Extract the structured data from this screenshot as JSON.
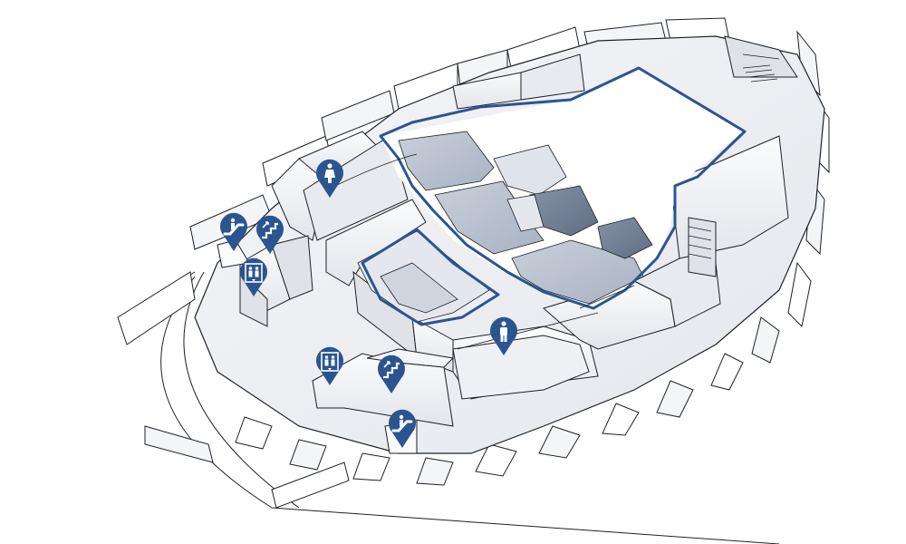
{
  "map": {
    "colors": {
      "background": "#ffffff",
      "floor": "#eef0f3",
      "floor_shadow": "#d9dde3",
      "wall": "#f7f8fa",
      "wall_dark": "#dfe2e7",
      "outline": "#1d2127",
      "accent": "#2b5590",
      "seating": "#b9c2cf",
      "seating_dark": "#6f7d92",
      "pin": "#2b5590",
      "pin_glyph": "#ffffff"
    },
    "pins": [
      {
        "type": "restroom-women",
        "icon": "woman-icon"
      },
      {
        "type": "escalator",
        "icon": "escalator-icon"
      },
      {
        "type": "stairs",
        "icon": "stairs-icon"
      },
      {
        "type": "elevator",
        "icon": "elevator-icon"
      },
      {
        "type": "restroom-men",
        "icon": "man-icon"
      },
      {
        "type": "elevator",
        "icon": "elevator-icon"
      },
      {
        "type": "stairs",
        "icon": "stairs-icon"
      },
      {
        "type": "escalator",
        "icon": "escalator-icon"
      }
    ]
  }
}
